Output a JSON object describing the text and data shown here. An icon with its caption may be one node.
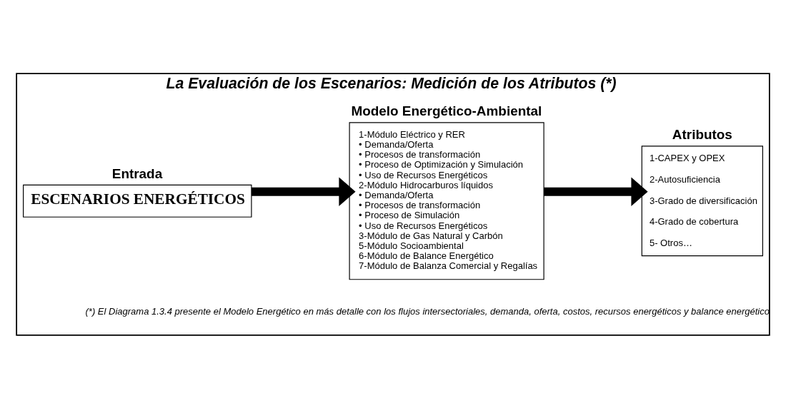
{
  "diagram": {
    "nodes": [
      {
        "text": [
          "La Evaluación de los Escenarios: Medición de los Atributos (*)",
          "(*) El Diagrama 1.3.4 presente el Modelo Energético en más detalle con los flujos intersectoriales, demanda, oferta, costos, recursos energéticos y balance energético"
        ]
      },
      {
        "text": [
          "Entrada",
          "ESCENARIOS ENERGÉTICOS"
        ],
        "in": 0
      },
      {
        "text": [
          "Modelo Energético-Ambiental",
          "1-Módulo Eléctrico y RER",
          "• Demanda/Oferta",
          "• Procesos de transformación",
          "• Proceso de Optimización y Simulación",
          "• Uso de Recursos Energéticos",
          "2-Módulo Hidrocarburos líquidos",
          "• Demanda/Oferta",
          "• Procesos de transformación",
          "• Proceso de Simulación",
          "• Uso de Recursos Energéticos",
          "3-Módulo de Gas Natural y Carbón",
          "5-Módulo Socioambiental",
          "6-Módulo de Balance Energético",
          "7-Módulo de Balanza Comercial y Regalías"
        ],
        "in": 0
      },
      {
        "text": [
          "Atributos",
          "1-CAPEX y OPEX",
          "2-Autosuficiencia",
          "3-Grado de diversificación",
          "4-Grado de cobertura",
          "5- Otros…"
        ],
        "in": 0
      }
    ],
    "edges": [
      {
        "from": 1,
        "to": 2,
        "arrow": "to"
      },
      {
        "from": 2,
        "to": 3,
        "arrow": "to"
      }
    ]
  }
}
